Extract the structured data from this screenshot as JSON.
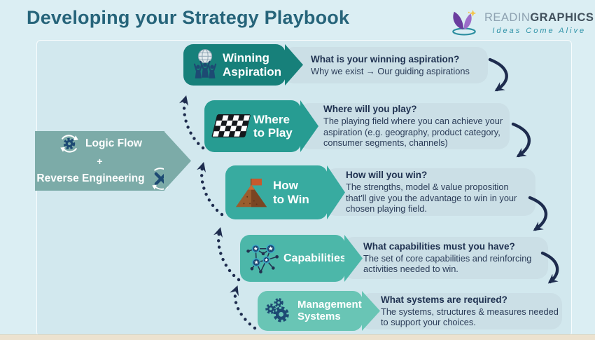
{
  "title": "Developing your Strategy Playbook",
  "logo": {
    "brand_light": "READIN",
    "brand_bold": "GRAPHICS",
    "tagline": "Ideas Come Alive"
  },
  "left_arrow": {
    "line1": "Logic Flow",
    "plus": "+",
    "line2": "Reverse Engineering",
    "color": "#7caba8"
  },
  "steps": [
    {
      "label_lines": [
        "Winning",
        "Aspiration"
      ],
      "icon": "globe-people-icon",
      "color": "#17807a",
      "question": "What is your winning aspiration?",
      "description": "Why we exist → Our guiding aspirations"
    },
    {
      "label_lines": [
        "Where",
        "to Play"
      ],
      "icon": "chessboard-icon",
      "color": "#279c92",
      "question": "Where will you play?",
      "description": "The playing field where you can achieve your aspiration (e.g. geography, product category, consumer segments, channels)"
    },
    {
      "label_lines": [
        "How",
        "to Win"
      ],
      "icon": "mountain-flag-icon",
      "color": "#38aba0",
      "question": "How will you win?",
      "description": "The strengths, model & value proposition that'll give you the advantage to win in your chosen playing field."
    },
    {
      "label_lines": [
        "Capabilities"
      ],
      "icon": "network-icon",
      "color": "#4cb7a9",
      "question": "What capabilities must you have?",
      "description": "The set of core capabilities and reinforcing activities needed to win."
    },
    {
      "label_lines": [
        "Management",
        "Systems"
      ],
      "icon": "gears-icon",
      "color": "#69c5b5",
      "question": "What systems are required?",
      "description": "The systems, structures & measures needed to support your choices."
    }
  ],
  "colors": {
    "background": "#dbeef3",
    "inner_panel": "#d2e8ee",
    "text_panel": "#cbdfe6",
    "title_text": "#26647a",
    "dark_navy": "#1e2c4e",
    "icon_navy": "#1d4a73"
  }
}
